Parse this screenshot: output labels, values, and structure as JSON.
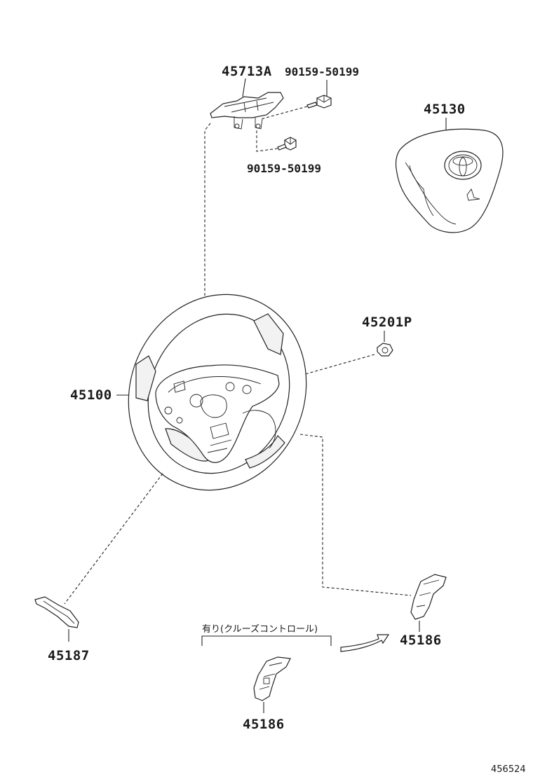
{
  "labels": {
    "bracket": "45713A",
    "screw_top": "90159-50199",
    "screw_bottom": "90159-50199",
    "airbag": "45130",
    "nut": "45201P",
    "wheel": "45100",
    "cover_left": "45187",
    "cover_right": "45186",
    "cover_cruise": "45186",
    "cruise_note": "有り(クルーズコントロール)",
    "diagram_id": "456524"
  }
}
